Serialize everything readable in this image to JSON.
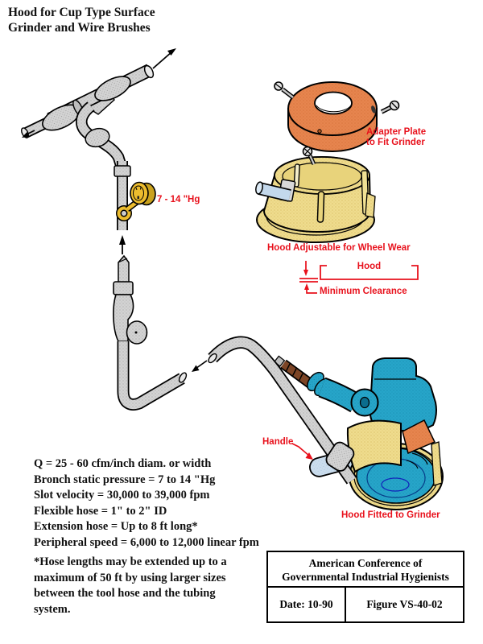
{
  "title": {
    "line1": "Hood for Cup Type Surface",
    "line2": "Grinder and Wire Brushes"
  },
  "annotations": {
    "pressure_gauge": "7 - 14 \"Hg",
    "adapter_plate_line1": "Adapter Plate",
    "adapter_plate_line2": "to Fit Grinder",
    "hood_adjustable": "Hood Adjustable for Wheel Wear",
    "hood": "Hood",
    "minimum_clearance": "Minimum Clearance",
    "handle": "Handle",
    "hood_fitted": "Hood Fitted to Grinder"
  },
  "specs": {
    "lines": [
      "Q = 25 - 60 cfm/inch diam. or width",
      "Bronch static pressure = 7 to 14 \"Hg",
      "Slot velocity = 30,000 to 39,000 fpm",
      "Flexible hose = 1\" to 2\" ID",
      "Extension hose = Up to 8 ft long*",
      "Peripheral speed = 6,000 to 12,000 linear fpm"
    ]
  },
  "footnote": "*Hose lengths may be extended up to a maximum of 50 ft by using larger sizes between the tool hose and the tubing system.",
  "title_block": {
    "org_line1": "American Conference of",
    "org_line2": "Governmental Industrial Hygienists",
    "date": "Date: 10-90",
    "figure": "Figure VS-40-02"
  },
  "colors": {
    "label_red": "#e8111c",
    "hood_yellow": "#efdc8e",
    "grinder_teal": "#27a5c9",
    "adapter_orange": "#e6854f",
    "hose_gray": "#d3d3d3",
    "handle_blue": "#cbdded",
    "gauge_gold": "#ecbc2e",
    "fitting_brown": "#7d4526"
  }
}
